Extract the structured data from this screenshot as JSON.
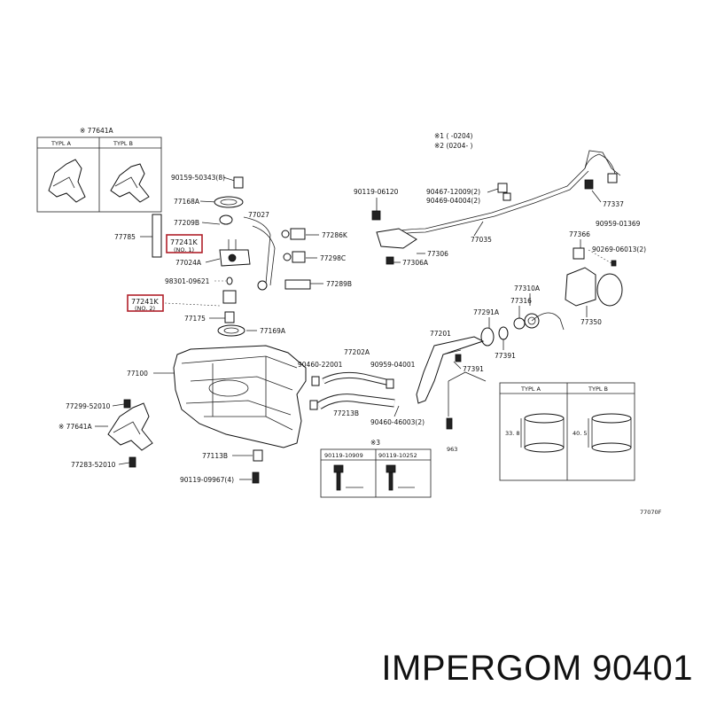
{
  "callouts": {
    "c77641a_top": "※ 77641A",
    "typ_a_left": "TYPL A",
    "typ_b_left": "TYPL B",
    "c90159": "90159-50343(8)",
    "c77168a": "77168A",
    "c77027": "77027",
    "c77209b": "77209B",
    "c77785": "77785",
    "c77241k_1": "77241K",
    "c77241k_1_sub": "(NO. 1)",
    "c77024a": "77024A",
    "c98301": "98301-09621",
    "c77241k_2": "77241K",
    "c77241k_2_sub": "(NO. 2)",
    "c77175": "77175",
    "c77169a": "77169A",
    "c77286k": "77286K",
    "c77298c": "77298C",
    "c77289b": "77289B",
    "c77100": "77100",
    "c90460_22001": "90460-22001",
    "c77202a": "77202A",
    "c90959": "90959-04001",
    "c77213b": "77213B",
    "c90460_46003": "90460-46003(2)",
    "c77299": "77299-52010",
    "c77641a_bottom": "※ 77641A",
    "c77283": "77283-52010",
    "c77113b": "77113B",
    "c90119_09967": "90119-09967(4)",
    "c3_mark": "※3",
    "c90119_10909": "90119-10909",
    "c90119_10252": "90119-10252",
    "c90119_06120": "90119-06120",
    "c90467": "90467-12009(2)",
    "c90469": "90469-04004(2)",
    "c77306a": "77306A",
    "c77306": "77306",
    "c77035": "77035",
    "c77201": "77201",
    "c77391": "77391",
    "c77291a": "77291A",
    "c77391b": "77391",
    "c77316": "77316",
    "c77310a": "77310A",
    "c77350": "77350",
    "c77366": "77366",
    "c90269": "90269-06013(2)",
    "c77337": "77337",
    "c90959_01369": "90959-01369",
    "c963": "963",
    "legend_1": "※1 (      -0204)",
    "legend_2": "※2 (0204-      )",
    "typ_a_right": "TYPL A",
    "typ_b_right": "TYPL B",
    "dim_a": "33. 8",
    "dim_b": "40. 5",
    "code": "77070F"
  },
  "brand": "IMPERGOM 90401"
}
